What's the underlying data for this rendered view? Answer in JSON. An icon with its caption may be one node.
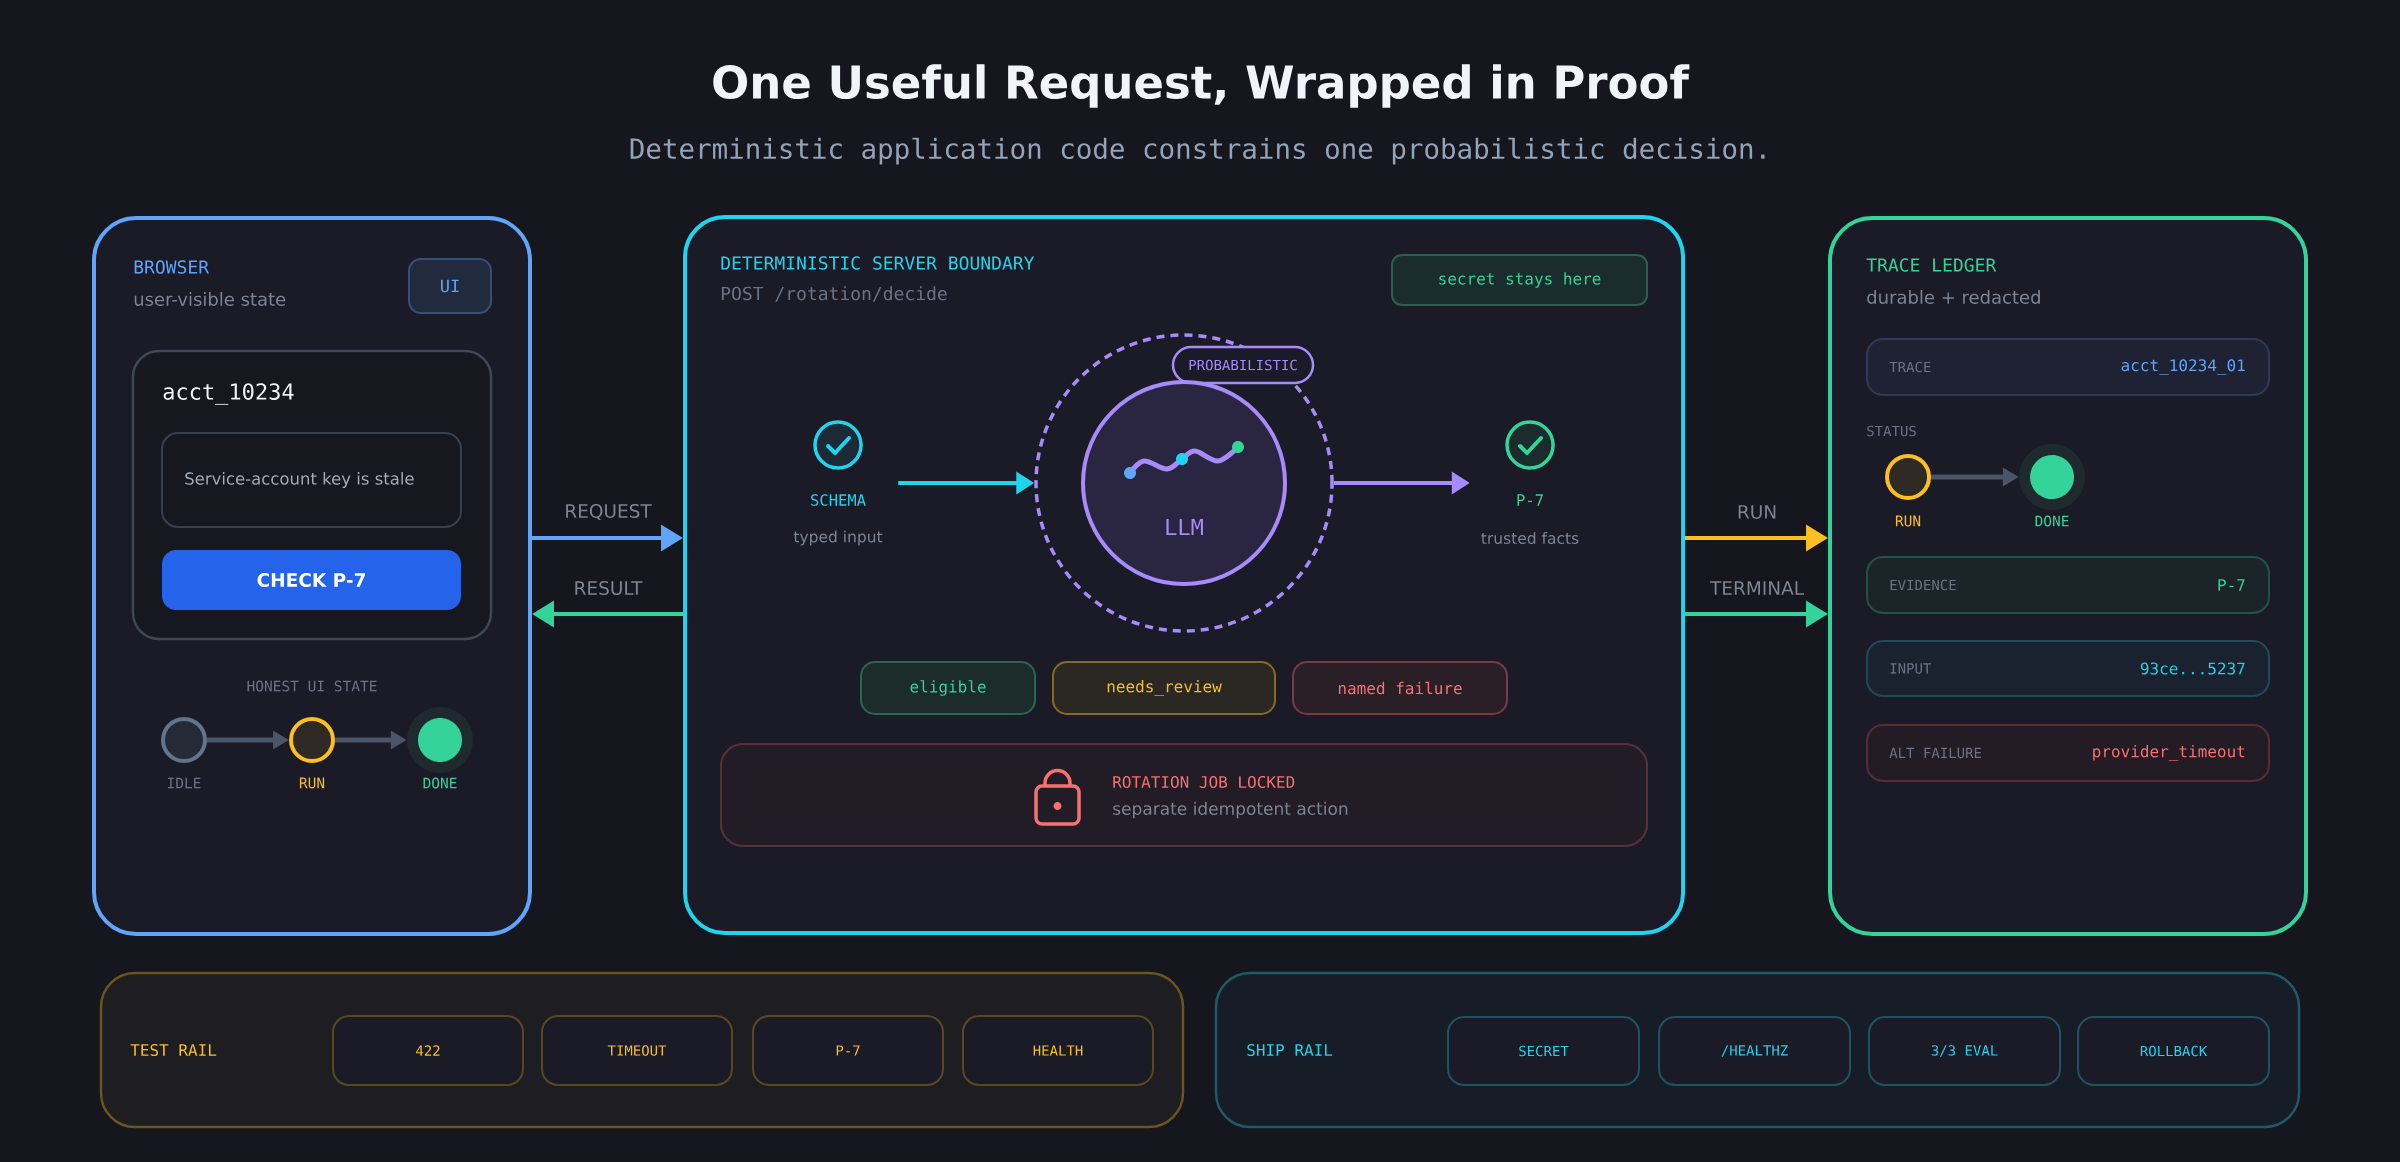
{
  "diagram": {
    "title": "One Useful Request, Wrapped in Proof",
    "nodes": [
      {
        "text": [
          "BROWSER",
          "user-visible state"
        ]
      },
      {
        "text": [
          "UI"
        ],
        "in": 0
      },
      {
        "text": [
          "acct_10234"
        ],
        "in": 0
      },
      {
        "text": [
          "Service-account key is stale"
        ],
        "in": 2
      },
      {
        "text": [
          "CHECK P-7"
        ],
        "in": 2
      },
      {
        "text": [
          "IDLE"
        ],
        "in": 0
      },
      {
        "text": [
          "RUN"
        ],
        "in": 0
      },
      {
        "text": [
          "DONE"
        ],
        "in": 0
      },
      {
        "text": [
          "DETERMINISTIC SERVER BOUNDARY",
          "POST /rotation/decide"
        ]
      },
      {
        "text": [
          "secret stays here"
        ],
        "in": 8
      },
      {
        "text": [
          "SCHEMA",
          "typed input"
        ],
        "in": 8
      },
      {
        "text": [],
        "shape": "circle",
        "in": 8
      },
      {
        "text": [
          "PROBABILISTIC"
        ],
        "in": 11
      },
      {
        "text": [
          "LLM"
        ],
        "in": 11
      },
      {
        "text": [
          "P-7",
          "trusted facts"
        ],
        "in": 8
      },
      {
        "text": [
          "eligible"
        ],
        "in": 8
      },
      {
        "text": [
          "needs_review"
        ],
        "in": 8
      },
      {
        "text": [
          "named failure"
        ],
        "in": 8
      },
      {
        "text": [
          "ROTATION JOB LOCKED",
          "separate idempotent action"
        ],
        "in": 8
      },
      {
        "text": [
          "TRACE LEDGER",
          "durable + redacted"
        ]
      },
      {
        "text": [
          "TRACE",
          "acct_10234_01"
        ],
        "in": 19
      },
      {
        "text": [
          "RUN"
        ],
        "in": 19
      },
      {
        "text": [
          "DONE"
        ],
        "in": 19
      },
      {
        "text": [
          "EVIDENCE",
          "P-7"
        ],
        "in": 19
      },
      {
        "text": [
          "INPUT",
          "93ce...5237"
        ],
        "in": 19
      },
      {
        "text": [
          "ALT FAILURE",
          "provider_timeout"
        ],
        "in": 19
      },
      {
        "text": [
          "TEST RAIL"
        ]
      },
      {
        "text": [
          "422"
        ],
        "in": 26
      },
      {
        "text": [
          "TIMEOUT"
        ],
        "in": 26
      },
      {
        "text": [
          "P-7"
        ],
        "in": 26
      },
      {
        "text": [
          "HEALTH"
        ],
        "in": 26
      },
      {
        "text": [
          "SHIP RAIL"
        ]
      },
      {
        "text": [
          "SECRET"
        ],
        "in": 31
      },
      {
        "text": [
          "/HEALTHZ"
        ],
        "in": 31
      },
      {
        "text": [
          "3/3 EVAL"
        ],
        "in": 31
      },
      {
        "text": [
          "ROLLBACK"
        ],
        "in": 31
      }
    ],
    "edges": [
      {
        "from": 5,
        "to": 6,
        "arrow": "to"
      },
      {
        "from": 6,
        "to": 7,
        "arrow": "to"
      },
      {
        "from": 0,
        "to": 8,
        "arrow": "to",
        "label": "REQUEST",
        "color": "#60a5fa"
      },
      {
        "from": 8,
        "to": 0,
        "arrow": "to",
        "label": "RESULT",
        "color": "#34d399"
      },
      {
        "from": 10,
        "to": 11,
        "arrow": "to",
        "color": "#22d3ee"
      },
      {
        "from": 11,
        "to": 14,
        "arrow": "to",
        "color": "#a78bfa"
      },
      {
        "from": 21,
        "to": 22,
        "arrow": "to"
      },
      {
        "from": 8,
        "to": 19,
        "arrow": "to",
        "label": "RUN",
        "color": "#fbbf24"
      },
      {
        "from": 8,
        "to": 19,
        "arrow": "to",
        "label": "TERMINAL",
        "color": "#34d399"
      }
    ],
    "labels": [
      "Deterministic application code constrains one probabilistic decision.",
      "HONEST UI STATE",
      "STATUS"
    ]
  }
}
